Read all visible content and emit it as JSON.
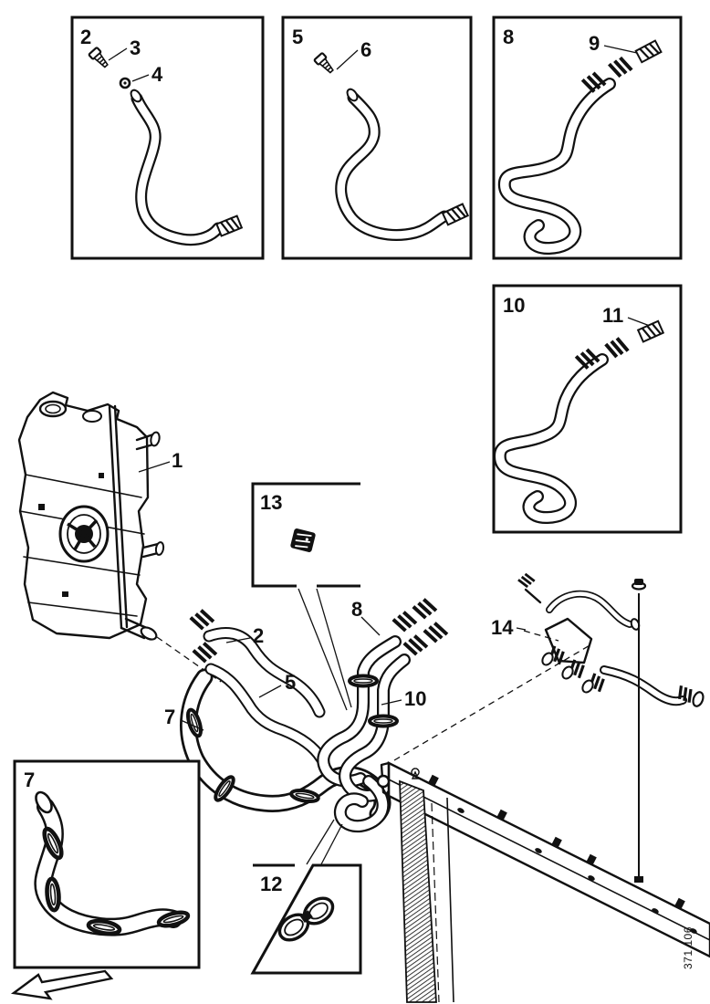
{
  "figure": {
    "number": "371 106",
    "background": "#ffffff",
    "line_color": "#111111",
    "type": "parts-diagram-coolant-hoses"
  },
  "detail_boxes": {
    "box_2": {
      "label": "2",
      "callouts": {
        "c3": "3",
        "c4": "4"
      }
    },
    "box_5": {
      "label": "5",
      "callouts": {
        "c6": "6"
      }
    },
    "box_8": {
      "label": "8",
      "callouts": {
        "c9": "9"
      }
    },
    "box_10": {
      "label": "10",
      "callouts": {
        "c11": "11"
      }
    },
    "box_13": {
      "label": "13"
    },
    "box_7": {
      "label": "7"
    },
    "box_12": {
      "label": "12"
    }
  },
  "main_callouts": {
    "c1": "1",
    "c2": "2",
    "c5": "5",
    "c7": "7",
    "c8": "8",
    "c10": "10",
    "c14": "14"
  }
}
